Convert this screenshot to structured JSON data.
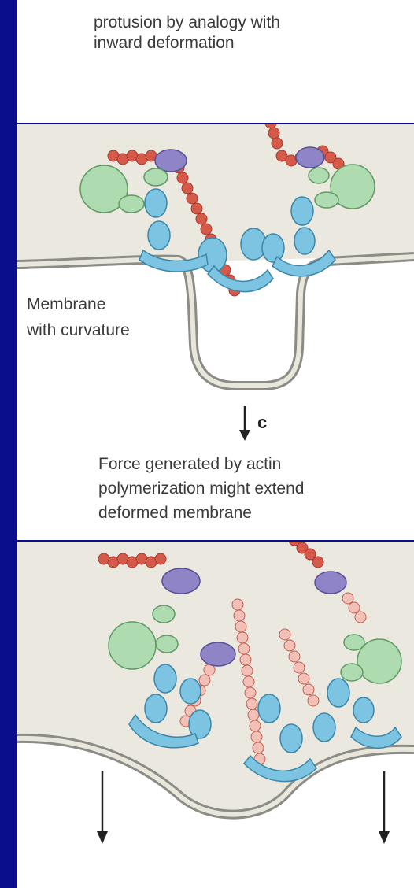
{
  "colors": {
    "slide_background": "#0a0e8c",
    "panel": "#ffffff",
    "cytoplasm": "#ebe8e0",
    "membrane_outline": "#8c8c86",
    "actin": "#d65a4a",
    "actin_light": "#f2c0b6",
    "adaptor_blue": "#7cc4e2",
    "nucleator_purple": "#8f84c6",
    "regulator_green": "#aedbb0",
    "text": "#3a3a3a"
  },
  "top_caption": {
    "line1": "protusion by analogy with",
    "line2": "inward deformation"
  },
  "middle_panel": {
    "membrane_label_line1": "Membrane",
    "membrane_label_line2": "with curvature"
  },
  "step": {
    "letter": "c",
    "caption_line1": "Force generated by actin",
    "caption_line2": "polymerization might extend",
    "caption_line3": "deformed membrane"
  },
  "icons": [
    "down-arrow-icon",
    "down-arrow-icon",
    "down-arrow-icon"
  ]
}
